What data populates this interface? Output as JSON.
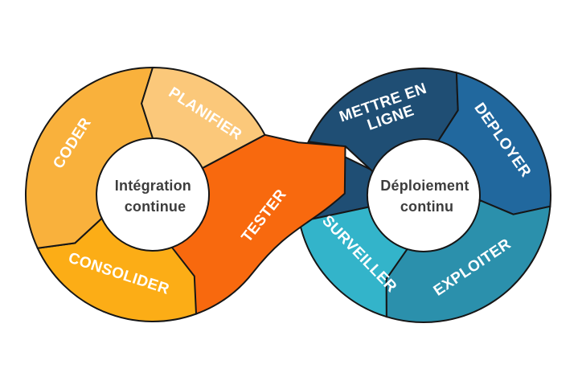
{
  "diagram": {
    "background": "#ffffff",
    "outline_color": "#161616",
    "label_color": "#ffffff",
    "center_label_color": "#3d3d3d",
    "left_loop": {
      "center_label": [
        "Intégration",
        "continue"
      ],
      "segments": [
        {
          "label": "PLANIFIER",
          "color": "#FBC87A"
        },
        {
          "label": "CODER",
          "color": "#F9B13C"
        },
        {
          "label": "CONSOLIDER",
          "color": "#FCAD16"
        }
      ]
    },
    "cross_segment": {
      "label": "TESTER",
      "color": "#F8690E"
    },
    "right_loop": {
      "center_label": [
        "Déploiement",
        "continu"
      ],
      "segments": [
        {
          "label": "METTRE EN LIGNE",
          "label_lines": [
            "METTRE EN",
            "LIGNE"
          ],
          "color": "#1F4E74"
        },
        {
          "label": "DEPLOYER",
          "color": "#21689E"
        },
        {
          "label": "EXPLOITER",
          "color": "#2B90AC"
        },
        {
          "label": "SURVEILLER",
          "color": "#33B4CA"
        }
      ]
    }
  }
}
